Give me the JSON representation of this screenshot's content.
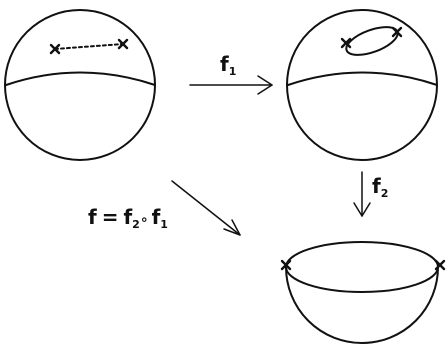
{
  "labels": {
    "f1_name": "f",
    "f1_sub": "1",
    "f2_name": "f",
    "f2_sub": "2",
    "composite_lhs": "f",
    "composite_eq": "=",
    "composite_f2": "f",
    "composite_f2_sub": "2",
    "composite_circ": "∘",
    "composite_f1": "f",
    "composite_f1_sub": "1"
  },
  "markers": {
    "cross": "×"
  }
}
